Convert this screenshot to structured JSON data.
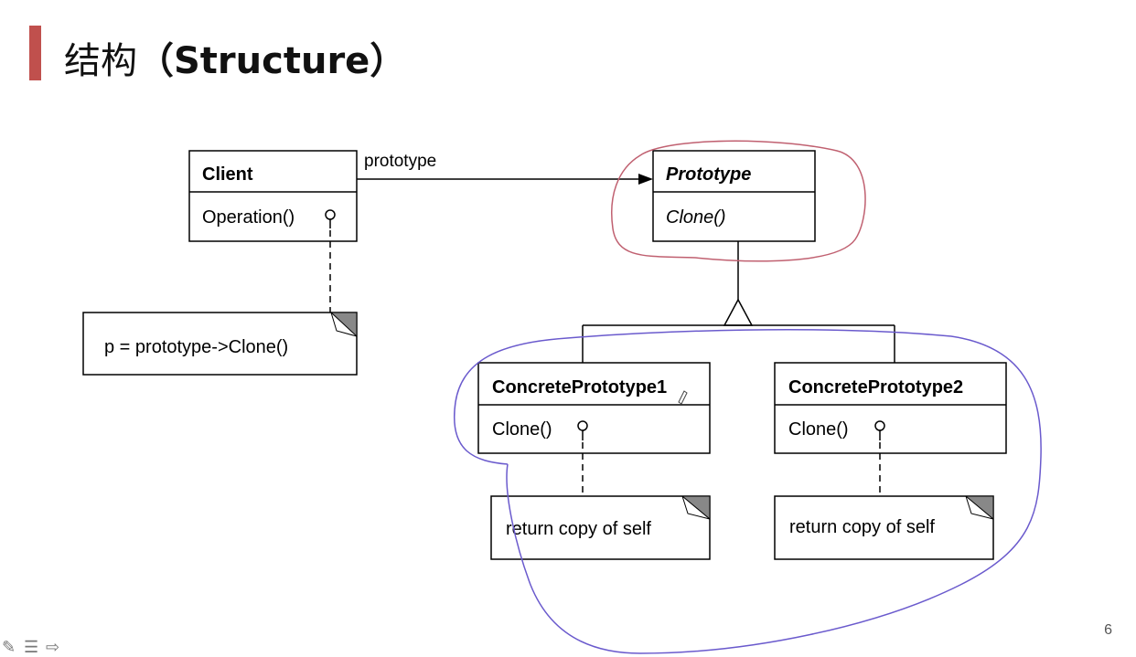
{
  "slide": {
    "title_cjk": "结构",
    "title_paren": "（Structure）",
    "page_number": "6"
  },
  "diagram": {
    "client": {
      "name": "Client",
      "operation": "Operation()"
    },
    "association_label": "prototype",
    "client_note": "p = prototype->Clone()",
    "prototype": {
      "name": "Prototype",
      "operation": "Clone()"
    },
    "concrete1": {
      "name": "ConcretePrototype1",
      "operation": "Clone()",
      "note": "return copy of self"
    },
    "concrete2": {
      "name": "ConcretePrototype2",
      "operation": "Clone()",
      "note": "return copy of self"
    }
  },
  "annotations": {
    "prototype_circle_color": "#c06070",
    "concrete_circle_color": "#6a5acd"
  },
  "icons": [
    "pen-icon",
    "menu-icon",
    "next-arrow-icon"
  ]
}
